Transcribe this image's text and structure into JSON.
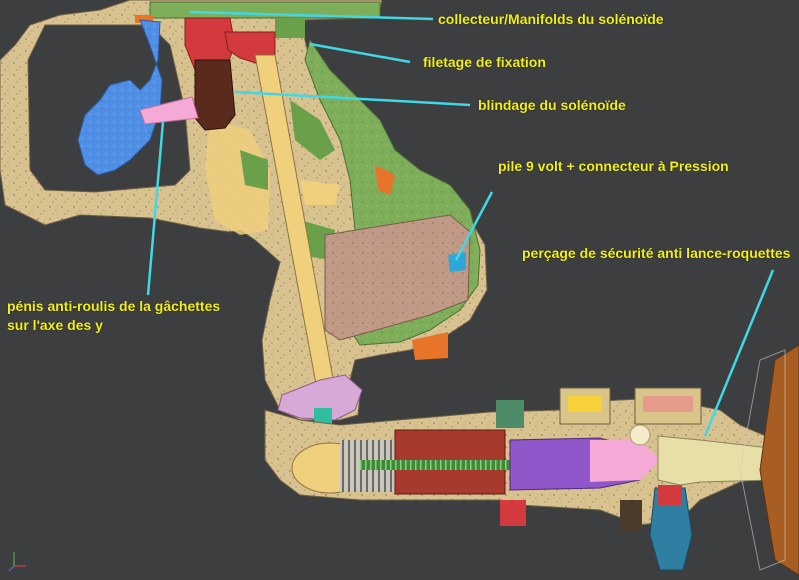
{
  "labels": {
    "manifold": "collecteur/Manifolds du solénoïde",
    "thread": "filetage de fixation",
    "shield": "blindage du solénoïde",
    "battery": "pile 9 volt + connecteur à Pression",
    "safety_hole": "perçage de sécurité anti lance-roquettes",
    "trigger_line1": "pénis anti-roulis de la gâchettes",
    "trigger_line2": "sur l'axe des y"
  },
  "colors": {
    "background": "#3d3e40",
    "label_text": "#f2ef1b",
    "leader_line": "#3fd8e6",
    "frame_speckle": "#d8c290",
    "grip_green": "#7fae5a",
    "solenoid_red": "#d23a3e",
    "solenoid_shield": "#5a2a1c",
    "trigger_blue": "#4f8fe6",
    "pink_part": "#f4a9d6",
    "battery_pack": "#c09a86"
  },
  "icons": {
    "axis_triad": "axis-triad-icon"
  }
}
